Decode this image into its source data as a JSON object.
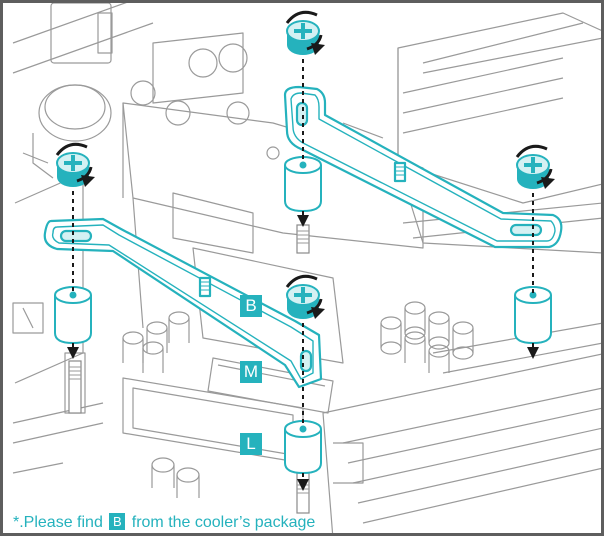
{
  "colors": {
    "accent": "#25b2bd",
    "accent_light": "#d4f1f3",
    "line_art": "#8a8a8a",
    "arrow": "#1a1a1a",
    "frame": "#5e5e5e"
  },
  "labels": {
    "b": "B",
    "m": "M",
    "l": "L"
  },
  "note": {
    "prefix": "*.Please find",
    "tag": "B",
    "suffix": "from the cooler’s package"
  },
  "icons": [
    "thumb-nut-icon",
    "rotate-arrow-icon",
    "down-arrow-icon"
  ]
}
